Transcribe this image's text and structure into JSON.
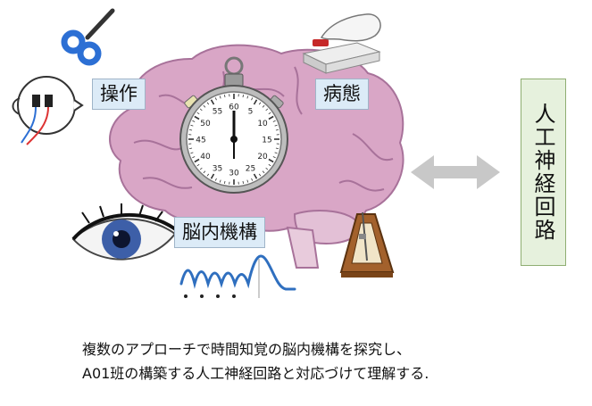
{
  "labels": {
    "operation": "操作",
    "pathology": "病態",
    "brain_mechanism": "脳内機構",
    "artificial_network": "人工神経回路"
  },
  "stopwatch": {
    "dial_numbers": [
      "60",
      "5",
      "10",
      "15",
      "20",
      "25",
      "30",
      "35",
      "40",
      "45",
      "50",
      "55"
    ]
  },
  "caption": {
    "line1": "複数のアプローチで時間知覚の脳内機構を探究し、",
    "line2": "A01班の構築する人工神経回路と対応づけて理解する."
  },
  "colors": {
    "brain_fill": "#d9a6c6",
    "brain_stroke": "#a8729a",
    "label_fill": "#dcebf7",
    "right_panel_fill": "#e6f1dd",
    "arrow_gray": "#c8c8c8",
    "wave_blue": "#2f6fbf",
    "key_blue": "#2c6fd4",
    "metronome_brown": "#a3612c"
  },
  "icons": [
    "key-icon",
    "head-electrode-icon",
    "button-press-icon",
    "stopwatch-icon",
    "eye-icon",
    "metronome-icon",
    "double-arrow-icon"
  ]
}
